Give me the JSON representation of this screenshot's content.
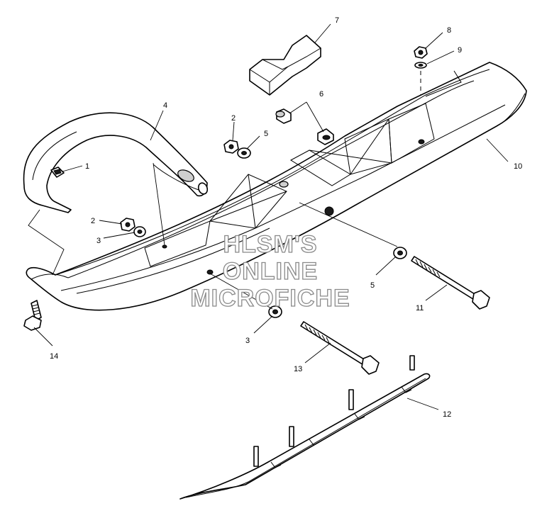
{
  "callouts": {
    "c1": "1",
    "c2a": "2",
    "c2b": "2",
    "c3a": "3",
    "c3b": "3",
    "c4": "4",
    "c5a": "5",
    "c5b": "5",
    "c6": "6",
    "c7": "7",
    "c8": "8",
    "c9": "9",
    "c10": "10",
    "c11": "11",
    "c12": "12",
    "c13": "13",
    "c14": "14"
  },
  "watermark": {
    "line1": "HLSM'S",
    "line2": "ONLINE",
    "line3": "MICROFICHE"
  }
}
